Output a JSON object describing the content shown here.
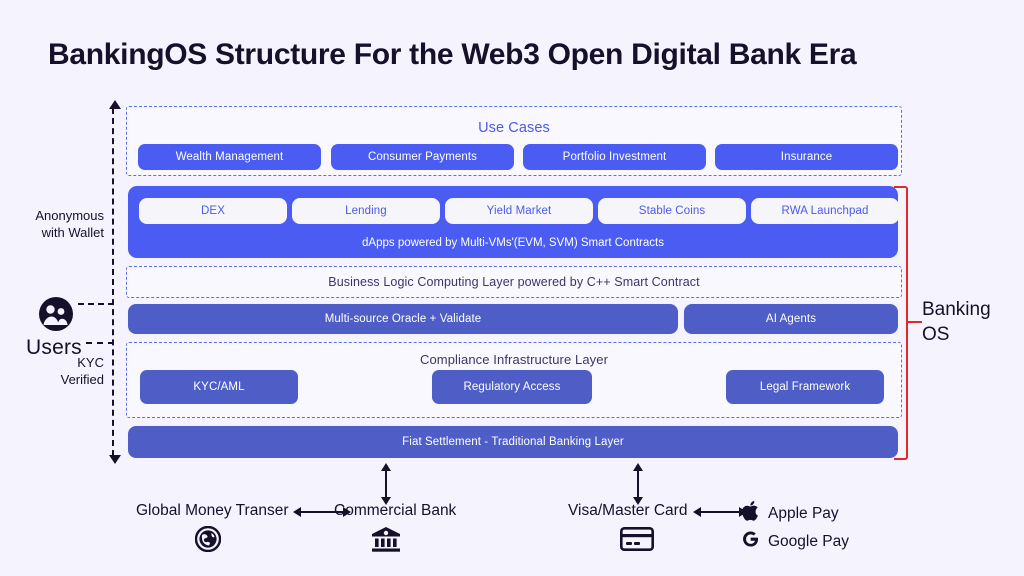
{
  "title": "BankingOS Structure For the Web3 Open Digital Bank Era",
  "colors": {
    "background": "#f5f4fe",
    "accent_blue": "#4a5cf1",
    "muted_blue": "#4e5ec6",
    "dashed_border": "#5b6ef0",
    "bracket_red": "#e02a2a",
    "text_dark": "#16102a"
  },
  "layers": {
    "use_cases": {
      "caption": "Use Cases",
      "items": [
        {
          "label": "Wealth Management"
        },
        {
          "label": "Consumer Payments"
        },
        {
          "label": "Portfolio Investment"
        },
        {
          "label": "Insurance"
        }
      ]
    },
    "dapps": {
      "caption": "dApps powered by Multi-VMs'(EVM, SVM) Smart Contracts",
      "items": [
        {
          "label": "DEX"
        },
        {
          "label": "Lending"
        },
        {
          "label": "Yield Market"
        },
        {
          "label": "Stable Coins"
        },
        {
          "label": "RWA Launchpad"
        }
      ]
    },
    "business_logic": {
      "caption": "Business Logic Computing Layer powered by C++ Smart Contract"
    },
    "oracle_row": {
      "items": [
        {
          "label": "Multi-source Oracle + Validate"
        },
        {
          "label": "AI Agents"
        }
      ]
    },
    "compliance": {
      "caption": "Compliance Infrastructure Layer",
      "items": [
        {
          "label": "KYC/AML"
        },
        {
          "label": "Regulatory Access"
        },
        {
          "label": "Legal Framework"
        }
      ]
    },
    "settlement": {
      "label": "Fiat Settlement - Traditional Banking Layer"
    }
  },
  "left_axis": {
    "top_label": "Anonymous\nwith Wallet",
    "top_label_line1": "Anonymous",
    "top_label_line2": "with Wallet",
    "bottom_label_line1": "KYC",
    "bottom_label_line2": "Verified",
    "actor": "Users",
    "actor_icon": "users-icon"
  },
  "right_bracket": {
    "label_line1": "Banking",
    "label_line2": "OS"
  },
  "bottom": {
    "left_group": {
      "source": "Global Money Transer",
      "source_icon": "globe-icon",
      "target": "Commercial Bank",
      "target_icon": "bank-icon"
    },
    "right_group": {
      "source": "Visa/Master Card",
      "source_icon": "credit-card-icon",
      "wallets": [
        {
          "label": "Apple Pay",
          "icon": "apple-icon"
        },
        {
          "label": "Google Pay",
          "icon": "google-icon"
        }
      ]
    }
  }
}
